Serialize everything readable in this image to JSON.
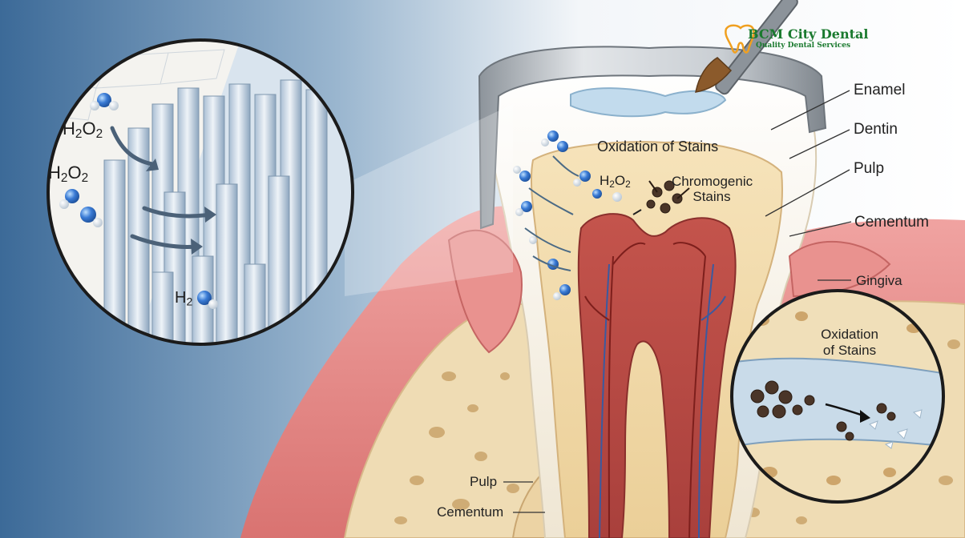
{
  "logo": {
    "name": "BCM City Dental",
    "tagline": "Quality Dental Services",
    "colors": {
      "name": "#1a7a2e",
      "tagline": "#1a7a2e",
      "tooth": "#f0a020"
    }
  },
  "labels": {
    "enamel": "Enamel",
    "dentin": "Dentin",
    "pulp_right": "Pulp",
    "cementum_right": "Cementum",
    "gingiva": "Gingiva",
    "oxidation_center": "Oxidation of Stains",
    "chromogenic_line1": "Chromogenic",
    "chromogenic_line2": "Stains",
    "pulp_bottom": "Pulp",
    "cementum_bottom": "Cementum",
    "inset_oxidation_line1": "Oxidation",
    "inset_oxidation_line2": "of Stains"
  },
  "formulas": {
    "h2o2_1": {
      "base": "H",
      "sub1": "2",
      "mid": "O",
      "sub2": "2"
    },
    "h2o2_2": {
      "base": "H",
      "sub1": "2",
      "mid": "O",
      "sub2": "2"
    },
    "h2o2_center": {
      "base": "H",
      "sub1": "2",
      "mid": "O",
      "sub2": "2"
    },
    "h2_partial": {
      "base": "H",
      "sub1": "2"
    }
  },
  "colors": {
    "background_left": "#3f6f9e",
    "enamel": "#f4efe2",
    "dentin": "#f0d9a8",
    "pulp": "#b84a45",
    "gingiva": "#e58d8c",
    "bone": "#efdcb4",
    "molecule": "#3a7bd5",
    "stain": "#4a3528",
    "tray": "#b9bec4"
  }
}
